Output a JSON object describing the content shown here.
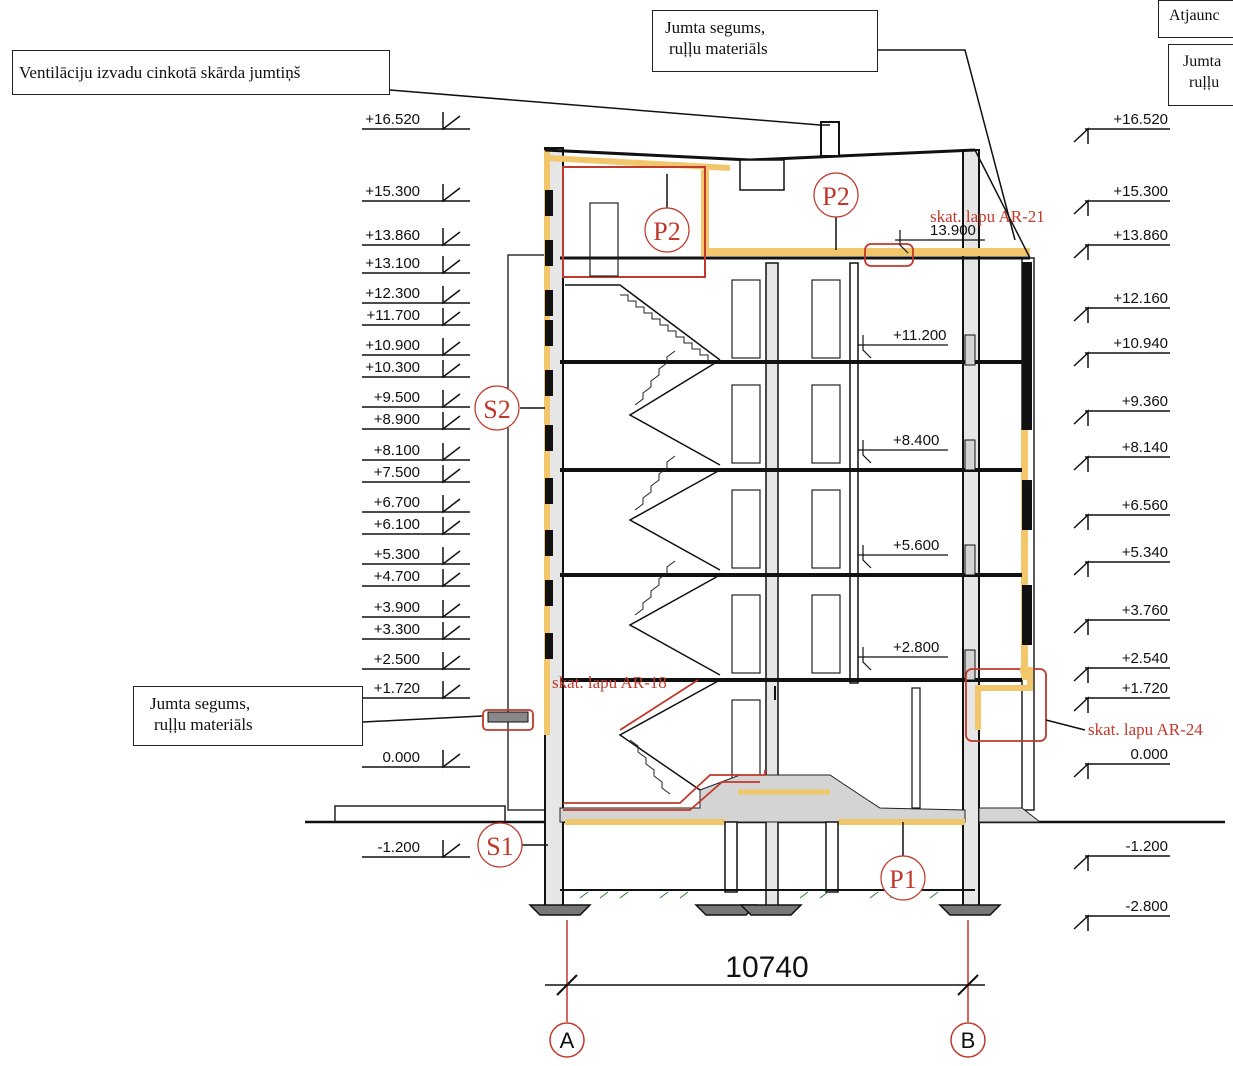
{
  "callouts": {
    "vent": "Ventilāciju izvadu cinkotā skārda jumtiņš",
    "roof_top_1": "Jumta segums,",
    "roof_top_2": "ruļļu materiāls",
    "roof_low_1": "Jumta segums,",
    "roof_low_2": "ruļļu materiāls",
    "corner_1": "Atjaunc",
    "corner_2": "Jumta",
    "corner_3": "ruļļu"
  },
  "refs": {
    "ar21": "skat. lapu AR-21",
    "ar18": "skat. lapu AR-18",
    "ar24": "skat. lapu AR-24"
  },
  "tags": {
    "p2_left": "P2",
    "p2_mid": "P2",
    "s2": "S2",
    "s1": "S1",
    "p1": "P1"
  },
  "levels_left": [
    "+16.520",
    "+15.300",
    "+13.860",
    "+13.100",
    "+12.300",
    "+11.700",
    "+10.900",
    "+10.300",
    "+9.500",
    "+8.900",
    "+8.100",
    "+7.500",
    "+6.700",
    "+6.100",
    "+5.300",
    "+4.700",
    "+3.900",
    "+3.300",
    "+2.500",
    "+1.720",
    "0.000",
    "-1.200"
  ],
  "levels_right": [
    "+16.520",
    "+15.300",
    "+13.860",
    "+12.160",
    "+10.940",
    "+9.360",
    "+8.140",
    "+6.560",
    "+5.340",
    "+3.760",
    "+2.540",
    "+1.720",
    "0.000",
    "-1.200",
    "-2.800"
  ],
  "levels_inner": [
    "13.900",
    "+11.200",
    "+8.400",
    "+5.600",
    "+2.800"
  ],
  "dimension": "10740",
  "axes": [
    "A",
    "B"
  ],
  "colors": {
    "insulation": "#f2c66b",
    "redline": "#c0392b",
    "fill": "#d4d4d4"
  }
}
